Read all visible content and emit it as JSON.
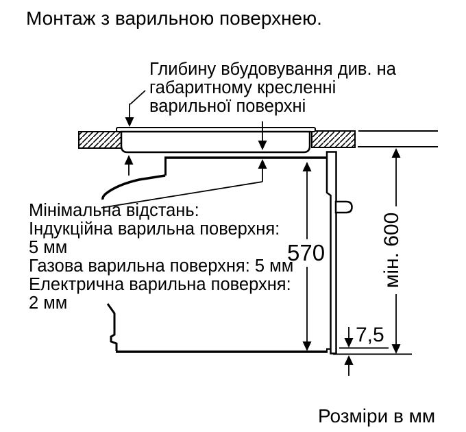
{
  "title": "Монтаж з варильною поверхнею.",
  "diagram": {
    "embed_depth_note": "Глибину вбудовування див. на\nгабаритному кресленні\nварильної поверхні",
    "min_distance_note": "Мінімальна відстань:\nІндукційна варильна поверхня:\n5 мм\nГазова варильна поверхня: 5 мм\nЕлектрична варильна поверхня:\n2 мм",
    "dimensions": {
      "oven_height_mm": "570",
      "min_niche_height": "мін. 600",
      "bottom_offset_mm": "7,5"
    },
    "units_note": "Розміри в мм"
  },
  "colors": {
    "line": "#000000",
    "background": "#ffffff"
  }
}
